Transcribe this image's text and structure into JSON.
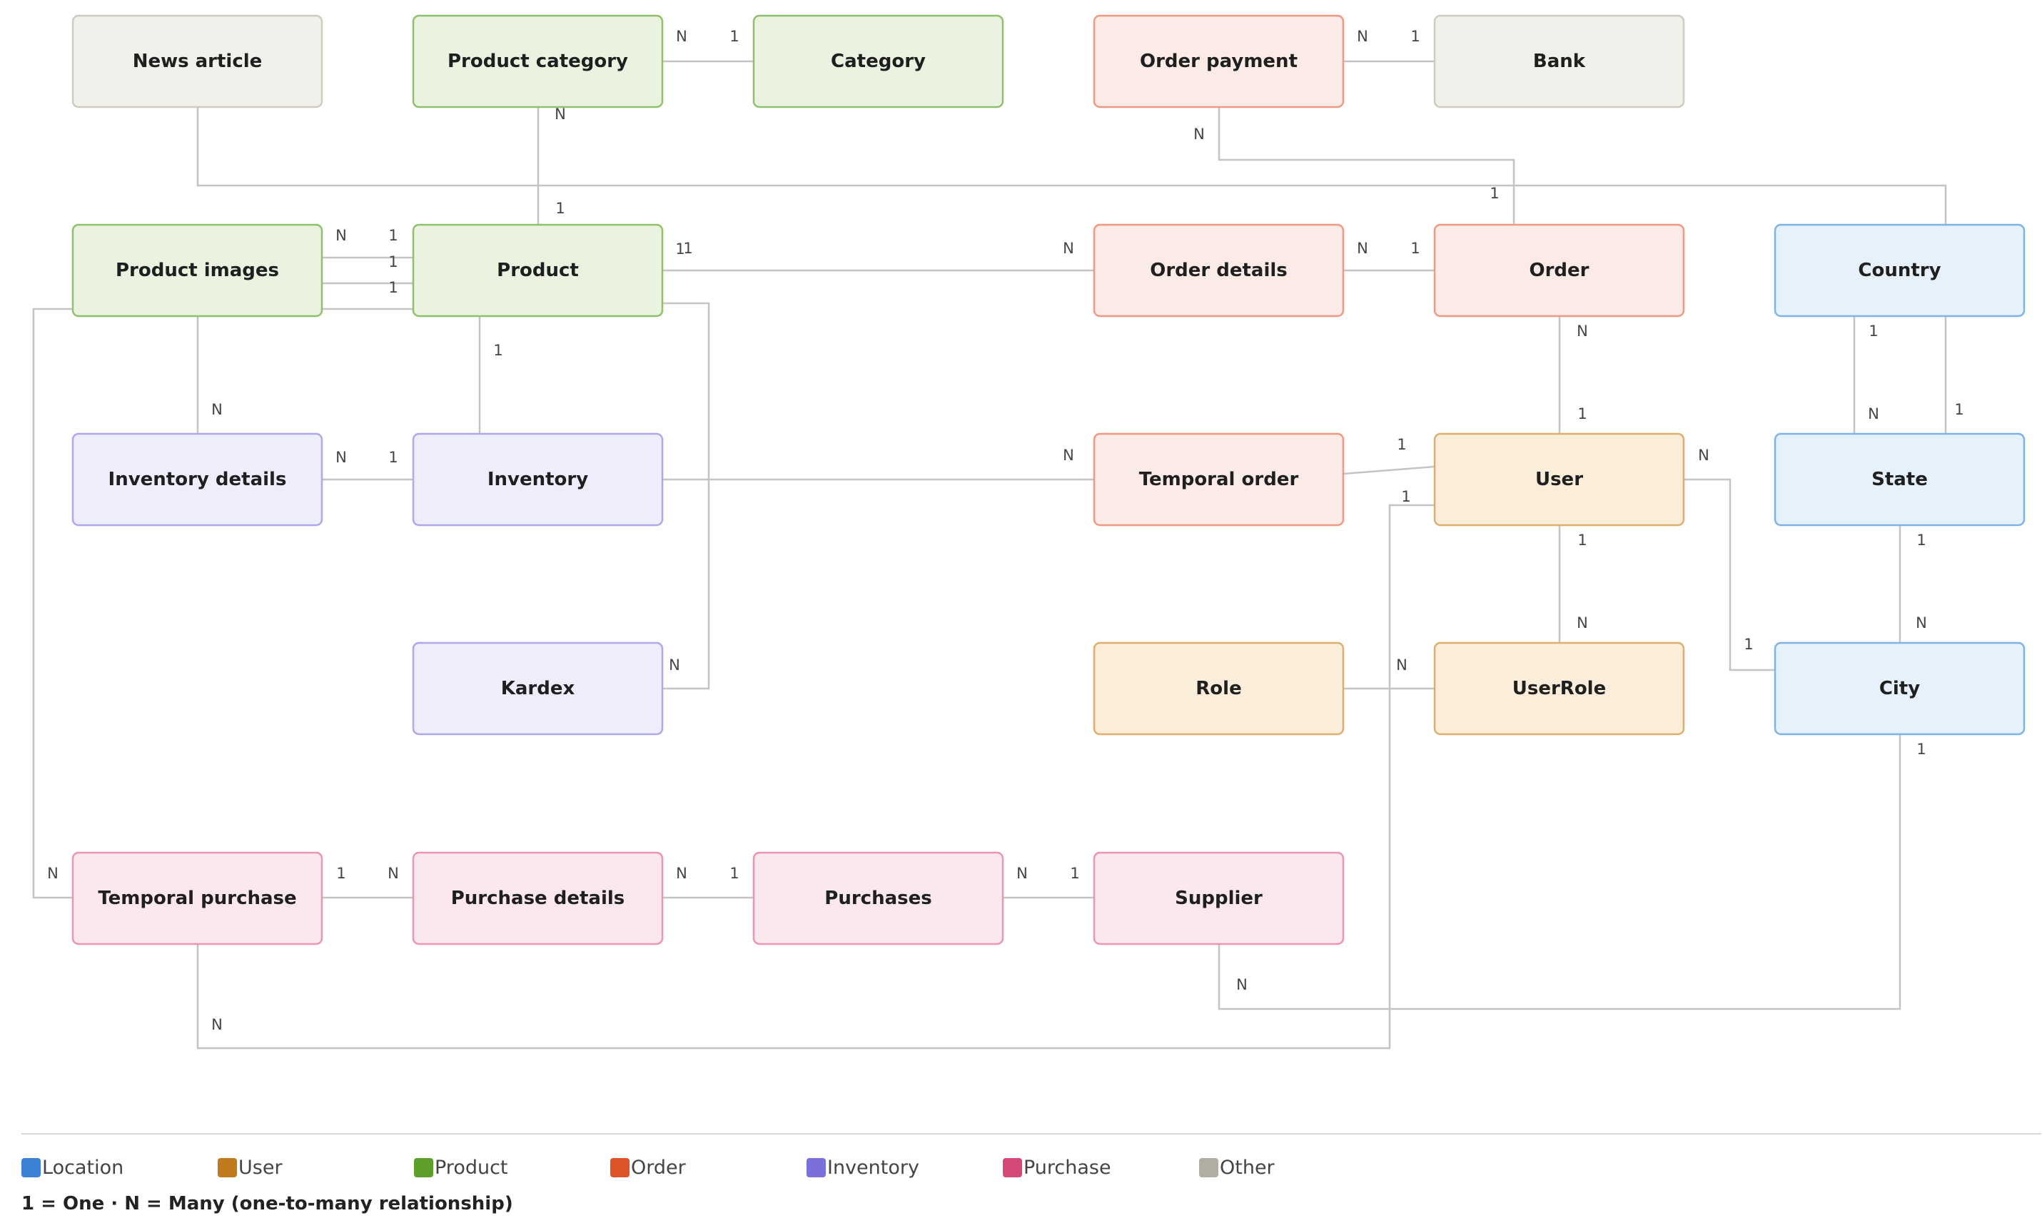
{
  "categories": {
    "location": {
      "label": "Location",
      "fill": "#e6f1fb",
      "stroke": "#7fb3e8",
      "swatch": "#3b82d6"
    },
    "user": {
      "label": "User",
      "fill": "#faedd9",
      "stroke": "#deae6e",
      "swatch": "#c07a1c"
    },
    "product": {
      "label": "Product",
      "fill": "#e9f3df",
      "stroke": "#8fc06a",
      "swatch": "#5e9e2a"
    },
    "order": {
      "label": "Order",
      "fill": "#fbebe6",
      "stroke": "#ef9882",
      "swatch": "#dc5428"
    },
    "inventory": {
      "label": "Inventory",
      "fill": "#eeedfb",
      "stroke": "#aea7ea",
      "swatch": "#7b6fdb"
    },
    "purchase": {
      "label": "Purchase",
      "fill": "#fbe8ef",
      "stroke": "#ea95b4",
      "swatch": "#d4487a"
    },
    "other": {
      "label": "Other",
      "fill": "#f2f0ea",
      "stroke": "#cfcbc1",
      "swatch": "#b1ada2"
    }
  },
  "entities": [
    {
      "id": "news_article",
      "label": "News article",
      "category": "other"
    },
    {
      "id": "product_category",
      "label": "Product category",
      "category": "product"
    },
    {
      "id": "category",
      "label": "Category",
      "category": "product"
    },
    {
      "id": "order_payment",
      "label": "Order payment",
      "category": "order"
    },
    {
      "id": "bank",
      "label": "Bank",
      "category": "other"
    },
    {
      "id": "product_images",
      "label": "Product images",
      "category": "product"
    },
    {
      "id": "product",
      "label": "Product",
      "category": "product"
    },
    {
      "id": "order_details",
      "label": "Order details",
      "category": "order"
    },
    {
      "id": "order",
      "label": "Order",
      "category": "order"
    },
    {
      "id": "country",
      "label": "Country",
      "category": "location"
    },
    {
      "id": "inventory_details",
      "label": "Inventory details",
      "category": "inventory"
    },
    {
      "id": "inventory",
      "label": "Inventory",
      "category": "inventory"
    },
    {
      "id": "temporal_order",
      "label": "Temporal order",
      "category": "order"
    },
    {
      "id": "user",
      "label": "User",
      "category": "user"
    },
    {
      "id": "state",
      "label": "State",
      "category": "location"
    },
    {
      "id": "kardex",
      "label": "Kardex",
      "category": "inventory"
    },
    {
      "id": "role",
      "label": "Role",
      "category": "user"
    },
    {
      "id": "userrole",
      "label": "UserRole",
      "category": "user"
    },
    {
      "id": "city",
      "label": "City",
      "category": "location"
    },
    {
      "id": "temporal_purchase",
      "label": "Temporal purchase",
      "category": "purchase"
    },
    {
      "id": "purchase_details",
      "label": "Purchase details",
      "category": "purchase"
    },
    {
      "id": "purchases",
      "label": "Purchases",
      "category": "purchase"
    },
    {
      "id": "supplier",
      "label": "Supplier",
      "category": "purchase"
    }
  ],
  "relationships": [
    {
      "id": "r1",
      "from": "product_category",
      "from_card": "N",
      "to": "category",
      "to_card": "1"
    },
    {
      "id": "r2",
      "from": "order_payment",
      "from_card": "N",
      "to": "bank",
      "to_card": "1"
    },
    {
      "id": "r3",
      "from": "product_category",
      "from_card": "N",
      "to": "product",
      "to_card": "1"
    },
    {
      "id": "r4",
      "from": "order_payment",
      "from_card": "N",
      "to": "order",
      "to_card": "1"
    },
    {
      "id": "r5",
      "from": "news_article",
      "from_card": "",
      "to": "country",
      "to_card": ""
    },
    {
      "id": "r6",
      "from": "product_images",
      "from_card": "N",
      "to": "product",
      "to_card": "1"
    },
    {
      "id": "r7",
      "from": "product_images",
      "from_card": "",
      "to": "product",
      "to_card": "1"
    },
    {
      "id": "r8",
      "from": "product_images",
      "from_card": "",
      "to": "product",
      "to_card": "1"
    },
    {
      "id": "r9",
      "from": "order_details",
      "from_card": "N",
      "to": "product",
      "to_card": "1"
    },
    {
      "id": "r10",
      "from": "order_details",
      "from_card": "N",
      "to": "order",
      "to_card": "1"
    },
    {
      "id": "r11",
      "from": "order",
      "from_card": "N",
      "to": "user",
      "to_card": "1"
    },
    {
      "id": "r12",
      "from": "state",
      "from_card": "N",
      "to": "country",
      "to_card": "1"
    },
    {
      "id": "r13",
      "from": "country",
      "from_card": "",
      "to": "state",
      "to_card": "1"
    },
    {
      "id": "r14",
      "from": "inventory_details",
      "from_card": "N",
      "to": "product_images",
      "to_card": ""
    },
    {
      "id": "r15",
      "from": "inventory",
      "from_card": "",
      "to": "product",
      "to_card": "1"
    },
    {
      "id": "r16",
      "from": "inventory_details",
      "from_card": "N",
      "to": "inventory",
      "to_card": "1"
    },
    {
      "id": "r17",
      "from": "temporal_order",
      "from_card": "N",
      "to": "inventory",
      "to_card": ""
    },
    {
      "id": "r18",
      "from": "temporal_order",
      "from_card": "",
      "to": "user",
      "to_card": "1"
    },
    {
      "id": "r19",
      "from": "kardex",
      "from_card": "N",
      "to": "product",
      "to_card": "1"
    },
    {
      "id": "r20",
      "from": "userrole",
      "from_card": "N",
      "to": "user",
      "to_card": "1"
    },
    {
      "id": "r21",
      "from": "role",
      "from_card": "",
      "to": "userrole",
      "to_card": "N"
    },
    {
      "id": "r22",
      "from": "user",
      "from_card": "N",
      "to": "city",
      "to_card": "1"
    },
    {
      "id": "r23",
      "from": "city",
      "from_card": "N",
      "to": "state",
      "to_card": "1"
    },
    {
      "id": "r24",
      "from": "temporal_purchase",
      "from_card": "N",
      "to": "product_images",
      "to_card": ""
    },
    {
      "id": "r25",
      "from": "temporal_purchase",
      "from_card": "1",
      "to": "purchase_details",
      "to_card": "N"
    },
    {
      "id": "r26",
      "from": "purchase_details",
      "from_card": "N",
      "to": "purchases",
      "to_card": "1"
    },
    {
      "id": "r27",
      "from": "purchases",
      "from_card": "N",
      "to": "supplier",
      "to_card": "1"
    },
    {
      "id": "r28",
      "from": "supplier",
      "from_card": "N",
      "to": "city",
      "to_card": "1"
    },
    {
      "id": "r29",
      "from": "temporal_purchase",
      "from_card": "N",
      "to": "user",
      "to_card": "1"
    }
  ],
  "legend": {
    "items": [
      {
        "category": "location",
        "label": "Location"
      },
      {
        "category": "user",
        "label": "User"
      },
      {
        "category": "product",
        "label": "Product"
      },
      {
        "category": "order",
        "label": "Order"
      },
      {
        "category": "inventory",
        "label": "Inventory"
      },
      {
        "category": "purchase",
        "label": "Purchase"
      },
      {
        "category": "other",
        "label": "Other"
      }
    ],
    "note": "1 = One  ·  N = Many (one-to-many relationship)"
  }
}
